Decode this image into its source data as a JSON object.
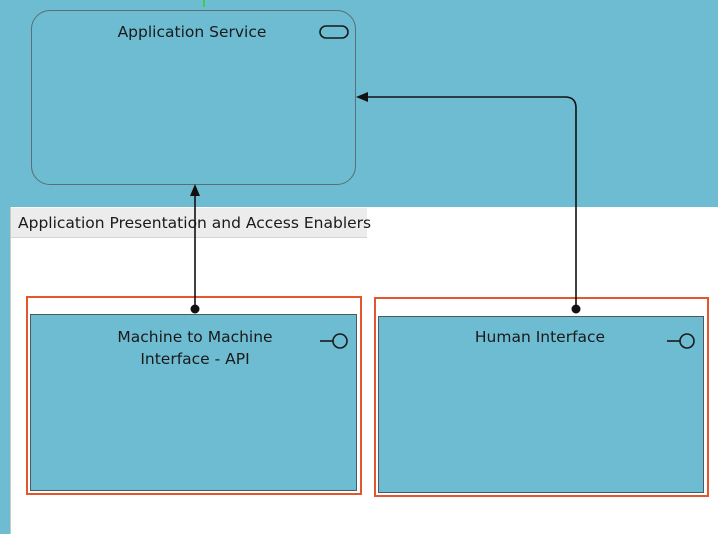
{
  "nodes": {
    "application_service": {
      "title": "Application Service",
      "icon": "service-icon"
    },
    "group": {
      "label": "Application Presentation and Access Enablers"
    },
    "m2m_interface": {
      "title_line1": "Machine to Machine",
      "title_line2": "Interface - API",
      "icon": "interface-icon"
    },
    "human_interface": {
      "title": "Human Interface",
      "icon": "interface-icon"
    }
  },
  "connections": [
    {
      "from": "Machine to Machine Interface - API",
      "to": "Application Service",
      "type": "serving"
    },
    {
      "from": "Human Interface",
      "to": "Application Service",
      "type": "serving"
    }
  ],
  "colors": {
    "canvas": "#6dbcd2",
    "element_fill": "#6dbcd2",
    "selection": "#e4572e",
    "group_header": "#ececec",
    "group_body": "#ffffff"
  }
}
